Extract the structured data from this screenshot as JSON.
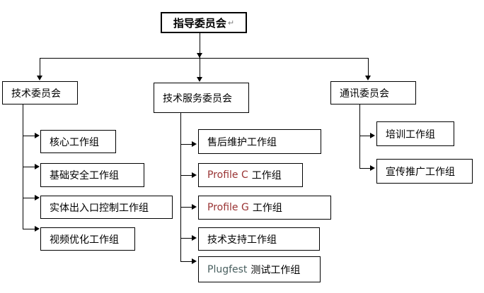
{
  "root": {
    "label": "指导委员会",
    "paragraph_mark": "↵"
  },
  "committees": [
    {
      "label": "技术委员会",
      "groups": [
        {
          "label": "核心工作组"
        },
        {
          "label": "基础安全工作组"
        },
        {
          "label": "实体出入口控制工作组"
        },
        {
          "label": "视频优化工作组"
        }
      ]
    },
    {
      "label": "技术服务委员会",
      "groups": [
        {
          "label": "售后维护工作组"
        },
        {
          "en": "Profile C",
          "zh": "工作组"
        },
        {
          "en": "Profile G",
          "zh": "工作组"
        },
        {
          "label": "技术支持工作组"
        },
        {
          "en": "Plugfest",
          "zh": "测试工作组"
        }
      ]
    },
    {
      "label": "通讯委员会",
      "groups": [
        {
          "label": "培训工作组"
        },
        {
          "label": "宣传推广工作组"
        }
      ]
    }
  ],
  "colors": {
    "text": "#000000",
    "box_border": "#000000",
    "profile_accent": "#993333",
    "plugfest_text": "#4a6060",
    "paragraph_mark": "#808080"
  }
}
